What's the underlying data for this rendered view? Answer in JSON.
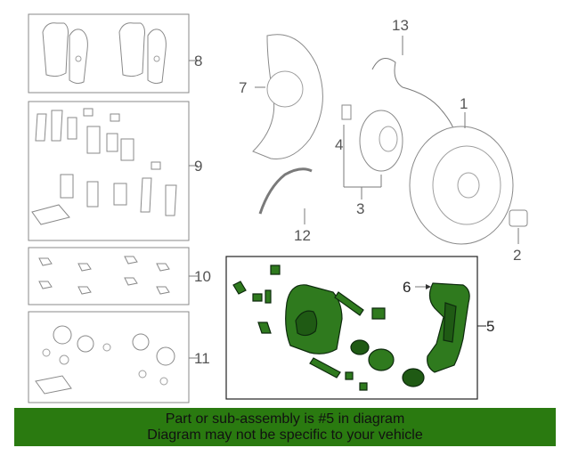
{
  "callouts": {
    "c1": "1",
    "c2": "2",
    "c3": "3",
    "c4": "4",
    "c5": "5",
    "c6": "6",
    "c7": "7",
    "c8": "8",
    "c9": "9",
    "c10": "10",
    "c11": "11",
    "c12": "12",
    "c13": "13"
  },
  "banner": {
    "line1": "Part or sub-assembly is #5 in diagram",
    "line2": "Diagram may not be specific to your vehicle"
  },
  "colors": {
    "highlight": "#2f7a1e",
    "banner": "#2a7a10"
  }
}
